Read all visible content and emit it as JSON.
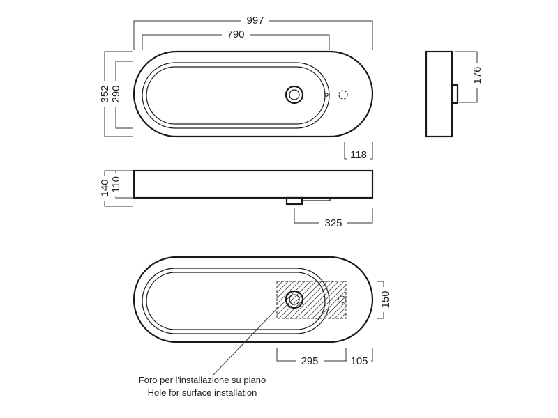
{
  "dimensions": {
    "overall_length": "997",
    "inner_length": "790",
    "overall_width": "352",
    "inner_width": "290",
    "side_depth": "176",
    "drain_offset": "118",
    "height_total": "140",
    "height_basin": "110",
    "tap_offset": "325",
    "hole_size": "150",
    "hole_width": "295",
    "hole_edge_offset": "105"
  },
  "note": {
    "line_it": "Foro per l'installazione su piano",
    "line_en": "Hole for surface installation"
  },
  "colors": {
    "line": "#1a1a1a",
    "background": "#ffffff"
  }
}
